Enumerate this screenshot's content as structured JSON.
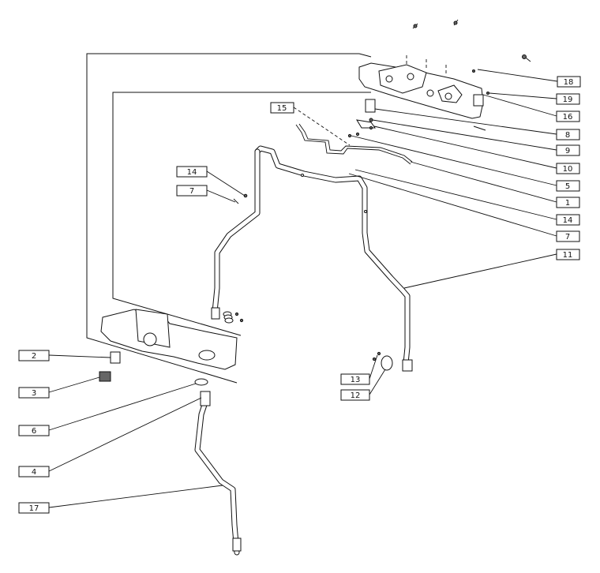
{
  "callouts": [
    {
      "id": "c18",
      "label": "18"
    },
    {
      "id": "c19",
      "label": "19"
    },
    {
      "id": "c16",
      "label": "16"
    },
    {
      "id": "c8",
      "label": "8"
    },
    {
      "id": "c9",
      "label": "9"
    },
    {
      "id": "c10",
      "label": "10"
    },
    {
      "id": "c5",
      "label": "5"
    },
    {
      "id": "c1",
      "label": "1"
    },
    {
      "id": "c14r",
      "label": "14"
    },
    {
      "id": "c7r",
      "label": "7"
    },
    {
      "id": "c11",
      "label": "11"
    },
    {
      "id": "c15",
      "label": "15"
    },
    {
      "id": "c14l",
      "label": "14"
    },
    {
      "id": "c7l",
      "label": "7"
    },
    {
      "id": "c2",
      "label": "2"
    },
    {
      "id": "c3",
      "label": "3"
    },
    {
      "id": "c6",
      "label": "6"
    },
    {
      "id": "c4",
      "label": "4"
    },
    {
      "id": "c17",
      "label": "17"
    },
    {
      "id": "c13",
      "label": "13"
    },
    {
      "id": "c12",
      "label": "12"
    }
  ]
}
